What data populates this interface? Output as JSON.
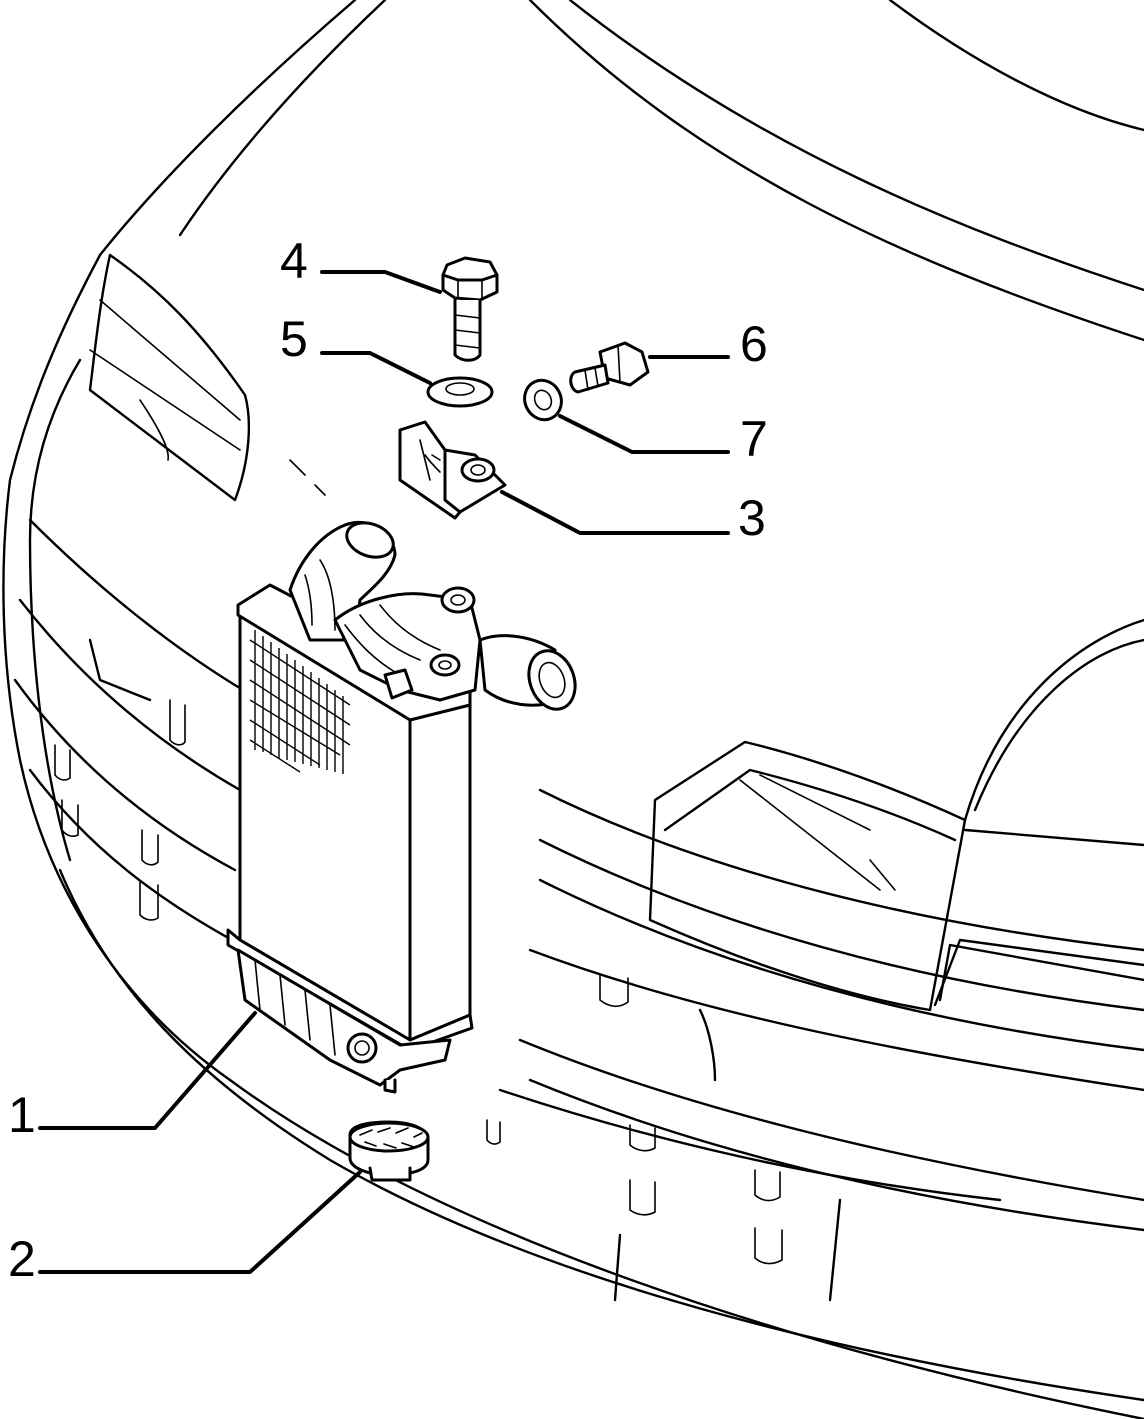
{
  "callouts": {
    "c1": "1",
    "c2": "2",
    "c3": "3",
    "c4": "4",
    "c5": "5",
    "c6": "6",
    "c7": "7"
  },
  "colors": {
    "ink": "#000000",
    "paper": "#ffffff"
  }
}
